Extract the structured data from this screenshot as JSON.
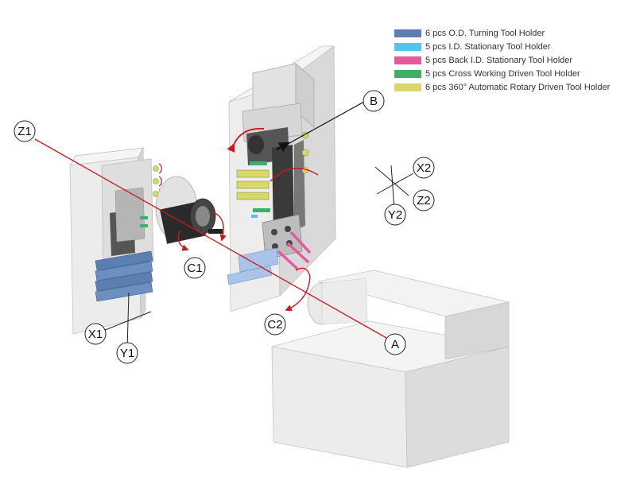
{
  "legend": [
    {
      "label": "6 pcs O.D. Turning Tool Holder",
      "color": "#5a7fb0"
    },
    {
      "label": "5 pcs I.D. Stationary Tool Holder",
      "color": "#4fc6ee"
    },
    {
      "label": "5 pcs Back I.D. Stationary Tool Holder",
      "color": "#e65a9c"
    },
    {
      "label": "5 pcs Cross Working Driven Tool Holder",
      "color": "#3fae68"
    },
    {
      "label": "6 pcs 360° Automatic Rotary Driven Tool Holder",
      "color": "#d9d86a"
    }
  ],
  "labels": {
    "z1": "Z1",
    "x1": "X1",
    "y1": "Y1",
    "c1": "C1",
    "c2": "C2",
    "a": "A",
    "b": "B",
    "x2": "X2",
    "z2": "Z2",
    "y2": "Y2"
  },
  "colors": {
    "axis_red": "#d0161b",
    "machine_fill": "#ededed",
    "machine_shade": "#d6d6d6",
    "machine_dark": "#bdbdbd",
    "spindle_dark": "#222222"
  }
}
